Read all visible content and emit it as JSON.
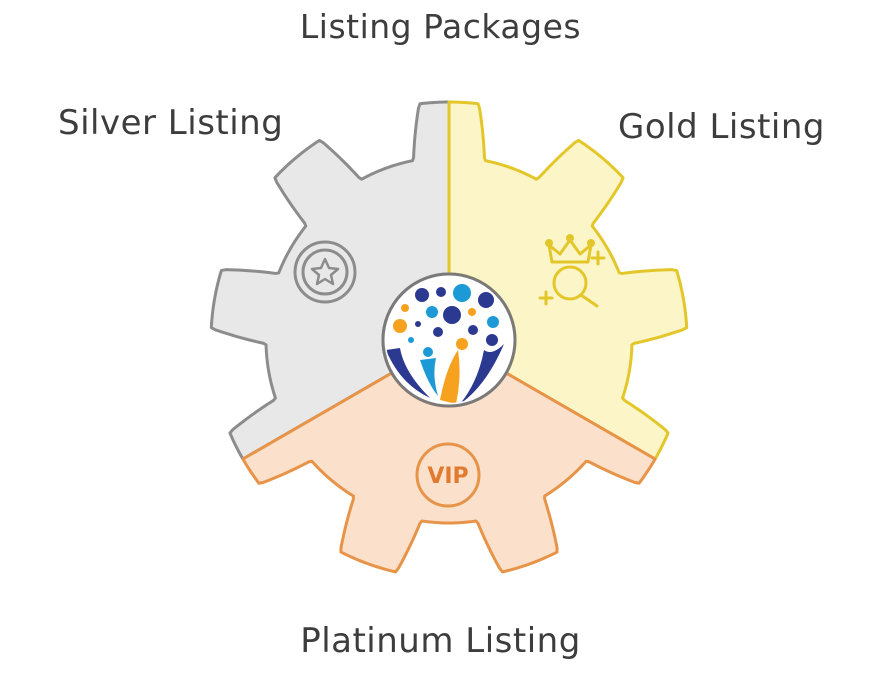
{
  "diagram": {
    "title": "Listing Packages",
    "segments": [
      {
        "id": "silver",
        "label": "Silver Listing",
        "icon": "star-badge-icon",
        "fill": "#e8e8e8",
        "stroke": "#8c8c8c"
      },
      {
        "id": "gold",
        "label": "Gold Listing",
        "icon": "crown-search-icon",
        "fill": "#fbf5c8",
        "stroke": "#e3c72a"
      },
      {
        "id": "platinum",
        "label": "Platinum Listing",
        "icon": "vip-badge-icon",
        "badge_text": "VIP",
        "fill": "#fbe0cc",
        "stroke": "#e79449"
      }
    ],
    "center": {
      "icon": "community-logo-icon"
    }
  }
}
